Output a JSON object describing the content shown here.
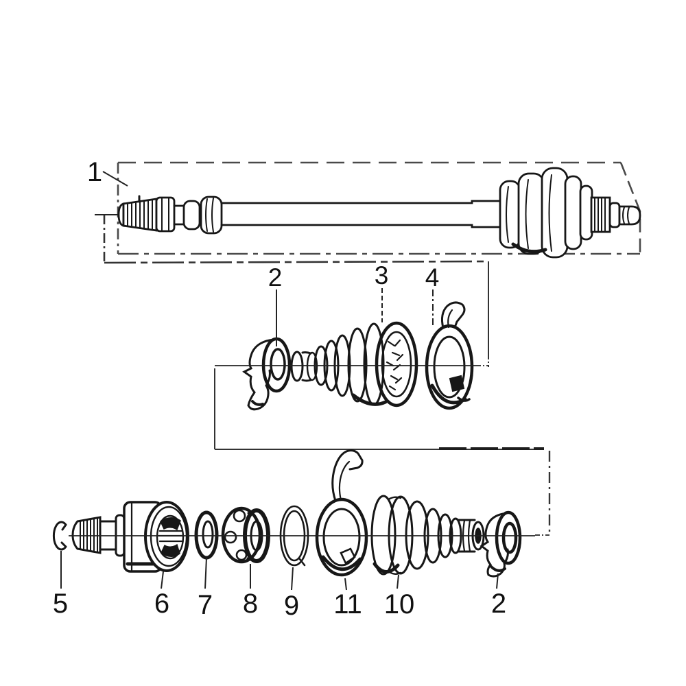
{
  "diagram": {
    "type": "exploded-parts-diagram",
    "subject": "drive-shaft-and-cv-joint",
    "background_color": "#ffffff",
    "ink_color": "#171717",
    "frame_color": "#4a4a4a",
    "callouts": [
      {
        "label": "1",
        "part": "drive-shaft-assembly"
      },
      {
        "label": "2",
        "part": "boot-band-small-outer"
      },
      {
        "label": "3",
        "part": "cv-boot-outer"
      },
      {
        "label": "4",
        "part": "boot-band-large-outer"
      },
      {
        "label": "5",
        "part": "circlip"
      },
      {
        "label": "6",
        "part": "inner-joint-housing"
      },
      {
        "label": "7",
        "part": "snap-ring"
      },
      {
        "label": "8",
        "part": "spider-bearing-assembly"
      },
      {
        "label": "9",
        "part": "stopper-ring"
      },
      {
        "label": "11",
        "part": "boot-band-large-inner"
      },
      {
        "label": "10",
        "part": "cv-boot-inner"
      },
      {
        "label": "2",
        "part": "boot-band-small-inner"
      }
    ]
  }
}
